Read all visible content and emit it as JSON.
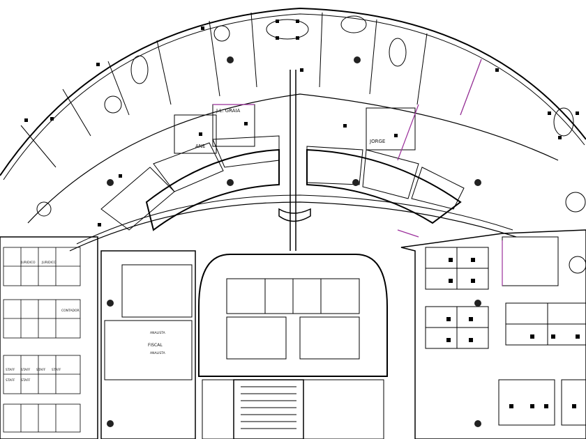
{
  "plan": {
    "room_labels": {
      "jl_graia": "J.L. GRAIA",
      "jorge": "JORGE",
      "ane": "ANE",
      "fiscal": "FISCAL",
      "juridico_1": "JURIDICO",
      "juridico_2": "JURIDICO",
      "contador": "CONTADOR",
      "analista_1": "ANALISTA",
      "analista_2": "ANALISTA",
      "staff_labels": [
        "STAFF",
        "STAFF",
        "STAFF",
        "STAFF",
        "STAFF",
        "STAFF"
      ]
    },
    "colors": {
      "line": "#000000",
      "accent_line": "#9b2f9b",
      "column": "#222222",
      "background": "#ffffff"
    }
  }
}
